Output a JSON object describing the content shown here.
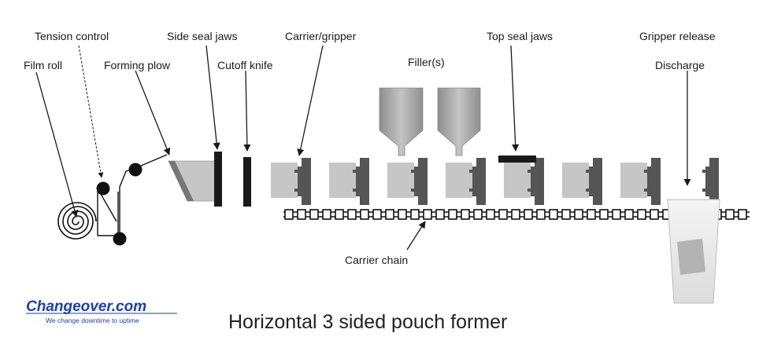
{
  "title": "Horizontal 3 sided pouch former",
  "logo": {
    "wordmark": "Changeover.com",
    "tagline": "We change downtime to uptime",
    "color": "#1e3fa8"
  },
  "labels": {
    "film_roll": "Film roll",
    "tension_control": "Tension control",
    "forming_plow": "Forming plow",
    "side_seal_jaws": "Side seal jaws",
    "cutoff_knife": "Cutoff knife",
    "carrier_gripper": "Carrier/gripper",
    "fillers": "Filler(s)",
    "top_seal_jaws": "Top seal jaws",
    "gripper_release": "Gripper release",
    "discharge": "Discharge",
    "carrier_chain": "Carrier chain"
  },
  "colors": {
    "pouch": "#c6c6c6",
    "gripper": "#555555",
    "hopper": "#a5a5a5",
    "ink": "#1a1a1a"
  }
}
